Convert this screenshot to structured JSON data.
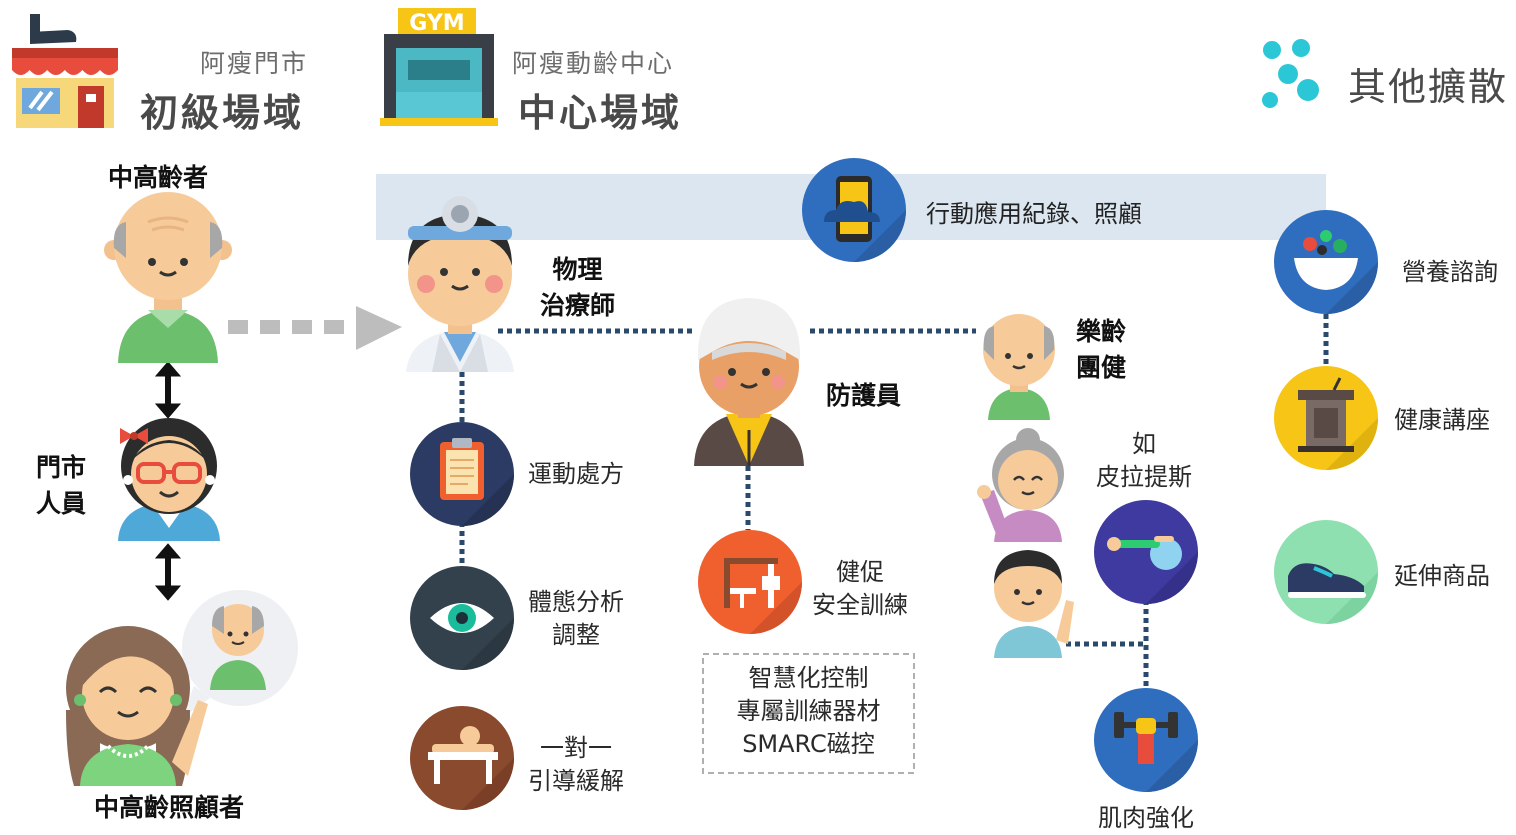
{
  "header": {
    "store_sub": "阿瘦門市",
    "store_title": "初級場域",
    "gym_sign": "GYM",
    "center_sub": "阿瘦動齡中心",
    "center_title": "中心場域",
    "spread_title": "其他擴散"
  },
  "people": {
    "senior": "中高齡者",
    "staff_line1": "門市",
    "staff_line2": "人員",
    "caregiver": "中高齡照顧者",
    "therapist_line1": "物理",
    "therapist_line2": "治療師",
    "guard": "防護員",
    "group_line1": "樂齡",
    "group_line2": "團健"
  },
  "app_band": {
    "label": "行動應用紀錄、照顧"
  },
  "therapist_services": [
    {
      "label": "運動處方",
      "icon": "clipboard-icon"
    },
    {
      "label_line1": "體態分析",
      "label_line2": "調整",
      "icon": "eye-icon"
    },
    {
      "label_line1": "一對一",
      "label_line2": "引導緩解",
      "icon": "massage-table-icon"
    }
  ],
  "guard_service": {
    "label_line1": "健促",
    "label_line2": "安全訓練",
    "icon": "training-machine-icon",
    "box_line1": "智慧化控制",
    "box_line2": "專屬訓練器材",
    "box_line3": "SMARC磁控"
  },
  "group_services": {
    "pilates_line1": "如",
    "pilates_line2": "皮拉提斯",
    "muscle": "肌肉強化"
  },
  "spread_items": [
    {
      "label": "營養諮詢",
      "icon": "salad-bowl-icon"
    },
    {
      "label": "健康講座",
      "icon": "podium-icon"
    },
    {
      "label": "延伸商品",
      "icon": "sneaker-icon"
    }
  ],
  "colors": {
    "band": "#dbe6f0",
    "dots": "#2b4a6b",
    "navy": "#2c3b63",
    "slate": "#33414d",
    "brown": "#8a4a2e",
    "orange": "#f0602f",
    "blue": "#2f6dbe",
    "purple": "#3f3aa0",
    "yellow": "#f6c515",
    "mint": "#8fe0b0",
    "teal": "#2cc7d6"
  }
}
